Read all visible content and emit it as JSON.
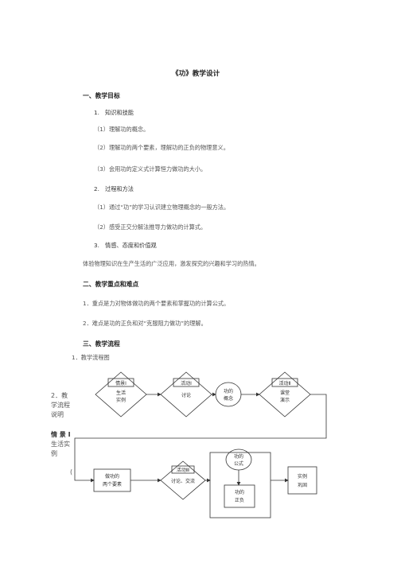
{
  "title": "《功》教学设计",
  "sections": {
    "s1": "一、教学目标",
    "s1_1": "1.　知识和技能",
    "s1_1_a": "（1）理解功的概念。",
    "s1_1_b": "（2）理解功的两个要素，理解功的正负的物理意义。",
    "s1_1_c": "（3）会用功的定义式计算恒力做功的大小。",
    "s1_2": "2.　过程和方法",
    "s1_2_a": "（1）通过“功”的学习认识建立物理概念的一般方法。",
    "s1_2_b": "（2）感受正交分解法推导力做功的计算式。",
    "s1_3": "3.　情感、态度和价值观",
    "s1_3_a": "体验物理知识在生产生活的广泛应用，激发探究的兴趣和学习的热情。",
    "s2": "二、教学重点和难点",
    "s2_a": "1．重点是力对物体做功的两个要素和掌握功的计算公式。",
    "s2_b": "2．难点是功的正负和对“克服阻力做功”的理解。",
    "s3": "三、教学流程",
    "s3_1": "1．教学流程图"
  },
  "side": {
    "flow_desc_1": "2．教",
    "flow_desc_2": "学流程",
    "flow_desc_3": "说明",
    "scene_1": "情 景 I",
    "scene_2": "生活实",
    "scene_3": "例",
    "paren": "("
  },
  "flowchart": {
    "scene_line1": "情景Ⅰ",
    "scene_line2": "生活",
    "scene_line3": "实例",
    "act1_line1": "活动Ⅰ",
    "act1_line2": "讨论",
    "concept_line1": "功的",
    "concept_line2": "概念",
    "act2_line1": "活动Ⅱ",
    "act2_line2": "课堂",
    "act2_line3": "演示",
    "two_line1": "做功的",
    "two_line2": "两个要素",
    "act3_line1": "活动Ⅲ",
    "act3_line2": "讨论、交流",
    "formula_line1": "功的",
    "formula_line2": "公式",
    "sign_line1": "功的",
    "sign_line2": "正负",
    "example_line1": "实例",
    "example_line2": "巩固"
  }
}
